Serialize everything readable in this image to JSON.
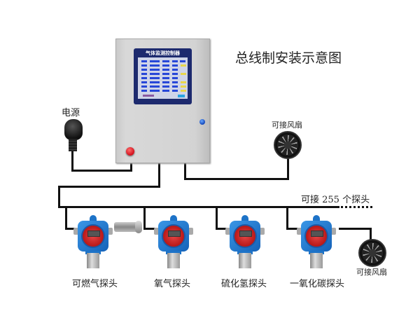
{
  "diagram": {
    "title": "总线制安装示意图",
    "controller": {
      "screen_title": "气体监测控制器",
      "colors": {
        "panel": "#d3d3d3",
        "screen_frame": "#1d2a6e",
        "screen_cells": "#2747d8",
        "indicator": "#e8d64a",
        "button": "#d20f1b",
        "led": "#1145b8"
      }
    },
    "power_label": "电源",
    "fan_top_label": "可接风扇",
    "bus_capacity_label": "可接 255 个探头",
    "detectors": [
      {
        "label": "可燃气探头"
      },
      {
        "label": "氧气探头"
      },
      {
        "label": "硫化氢探头"
      },
      {
        "label": "一氧化碳探头"
      }
    ],
    "fan_bottom_label": "可接风扇",
    "colors": {
      "wire": "#111111",
      "detector_body": "#1d73c8",
      "detector_face": "#d02424"
    }
  }
}
